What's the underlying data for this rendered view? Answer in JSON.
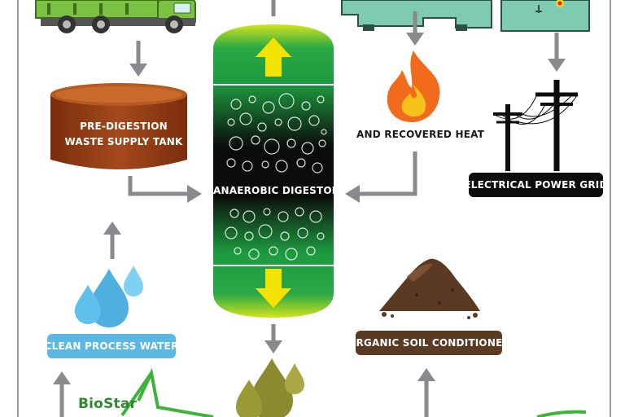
{
  "labels": {
    "tank_line1": "PRE-DIGESTION",
    "tank_line2": "WASTE SUPPLY TANK",
    "digestor": "ANAEROBIC DIGESTOR",
    "heat": "AND RECOVERED HEAT",
    "grid": "ELECTRICAL POWER GRID",
    "water": "CLEAN PROCESS WATER",
    "soil": "ORGANIC SOIL CONDITIONER",
    "logo": "BioStar"
  },
  "icons": {
    "truck": "waste-truck-icon",
    "tank": "waste-tank-icon",
    "digestor": "digestor-vessel-icon",
    "generator": "generator-icon",
    "panel": "control-panel-icon",
    "flame": "flame-icon",
    "power_pole": "power-pole-icon",
    "water": "water-drops-icon",
    "soil": "soil-pile-icon",
    "digestate": "digestate-drops-icon",
    "logo": "biostar-logo-icon"
  },
  "colors": {
    "arrow": "#8a8a8e",
    "tank": "#8e3a12",
    "digestor_green": "#1e9a3e",
    "digestor_dark": "#0a0a0a",
    "digestor_yellow": "#d6e61c",
    "arrow_yellow": "#f4e200",
    "generator": "#7ecbb0",
    "flame": "#f26b1d",
    "water": "#4fb0e0",
    "soil": "#5b3a24",
    "digestate": "#8a8a2e",
    "logo_green": "#3cb43c",
    "grid_label": "#0d0d0d"
  }
}
